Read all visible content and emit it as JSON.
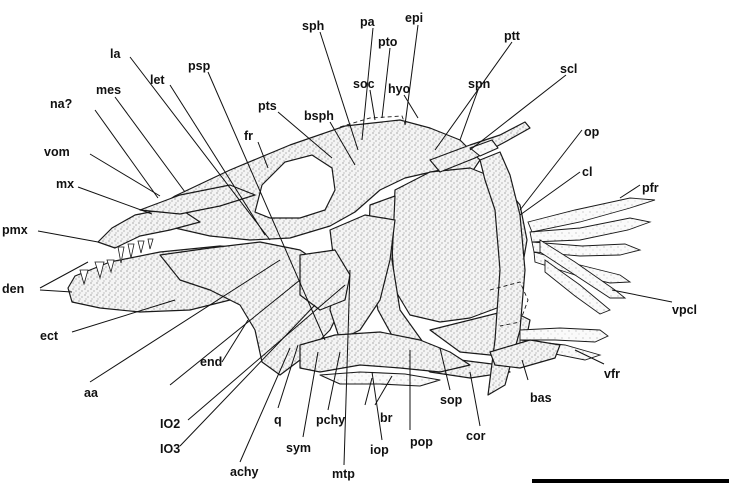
{
  "labels": {
    "la": "la",
    "sph": "sph",
    "pa": "pa",
    "epi": "epi",
    "pto": "pto",
    "ptt": "ptt",
    "soc": "soc",
    "hyo": "hyo",
    "spn": "spn",
    "scl": "scl",
    "psp": "psp",
    "let": "let",
    "mes": "mes",
    "na": "na?",
    "pts": "pts",
    "bsph": "bsph",
    "fr": "fr",
    "op": "op",
    "vom": "vom",
    "cl": "cl",
    "pfr": "pfr",
    "mx": "mx",
    "pmx": "pmx",
    "den": "den",
    "vpcl": "vpcl",
    "ect": "ect",
    "end": "end",
    "vfr": "vfr",
    "aa": "aa",
    "io2": "IO2",
    "io3": "IO3",
    "q": "q",
    "sym": "sym",
    "pchy": "pchy",
    "br": "br",
    "sop": "sop",
    "bas": "bas",
    "iop": "iop",
    "pop": "pop",
    "cor": "cor",
    "achy": "achy",
    "mtp": "mtp"
  },
  "colors": {
    "ink": "#111111",
    "background": "#ffffff"
  }
}
